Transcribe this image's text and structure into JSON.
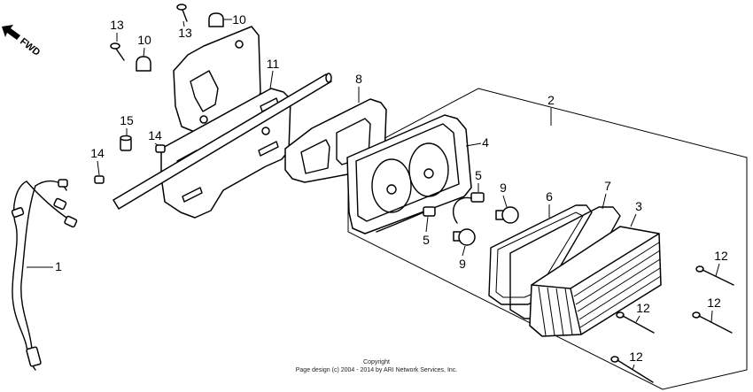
{
  "orientation_label": "FWD",
  "diagram": {
    "callouts": [
      "13",
      "10",
      "13",
      "10",
      "11",
      "8",
      "2",
      "15",
      "14",
      "14",
      "4",
      "5",
      "9",
      "6",
      "7",
      "3",
      "5",
      "9",
      "1",
      "12",
      "12",
      "12",
      "12"
    ]
  },
  "footer": {
    "line1": "Copyright",
    "line2": "Page design (c) 2004 - 2014 by ARI Network Services, Inc."
  },
  "icons": {
    "forward": "fwd-arrow-icon"
  },
  "colors": {
    "line": "#000000",
    "background": "#ffffff"
  }
}
